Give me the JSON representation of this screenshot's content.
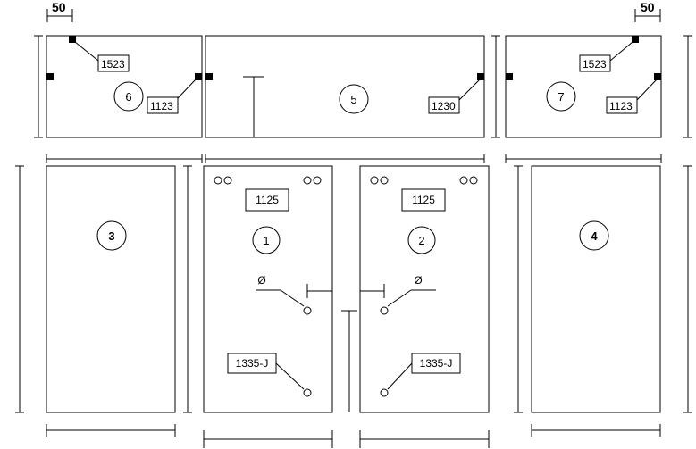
{
  "dimensions": {
    "left": "50",
    "right": "50"
  },
  "panels": {
    "p1": "1",
    "p2": "2",
    "p3": "3",
    "p4": "4",
    "p5": "5",
    "p6": "6",
    "p7": "7"
  },
  "tags": {
    "p6_top": "1523",
    "p6_right": "1123",
    "p5_right": "1230",
    "p7_top": "1523",
    "p7_left": "1123",
    "p1_top": "1125",
    "p2_top": "1125",
    "p1_bottom": "1335-J",
    "p2_bottom": "1335-J"
  },
  "symbols": {
    "p1_phi": "Ø",
    "p2_phi": "Ø"
  }
}
